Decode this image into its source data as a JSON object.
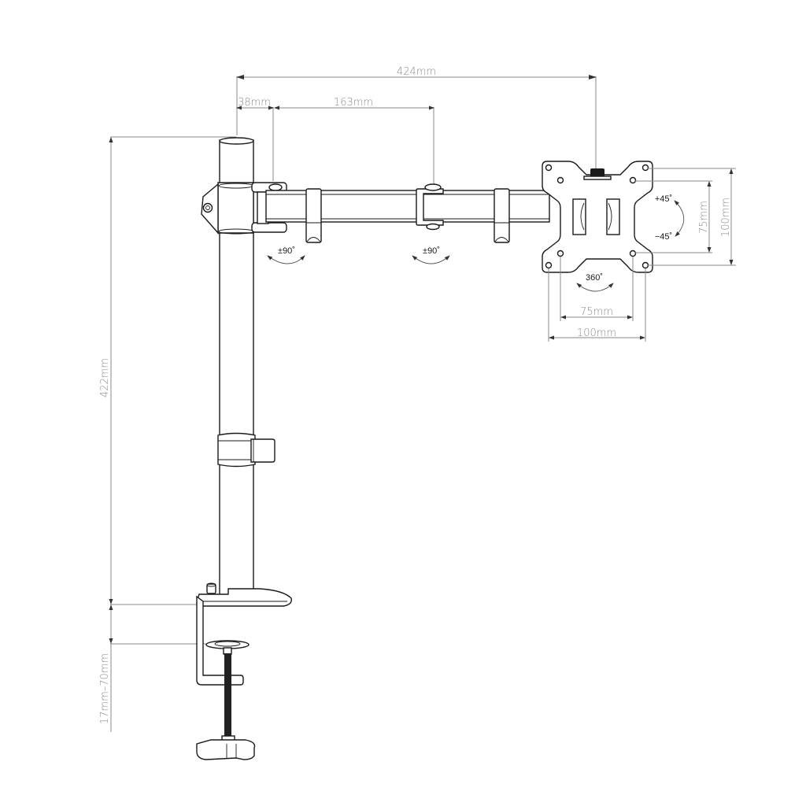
{
  "diagram": {
    "subject": "Single monitor desk mount arm with C-clamp",
    "dimensions": {
      "total_reach": "424mm",
      "pole_to_first_joint": "38mm",
      "first_arm_length": "163mm",
      "pole_height": "422mm",
      "clamp_range": "17mm–70mm",
      "vesa_inner_horizontal": "75mm",
      "vesa_outer_horizontal": "100mm",
      "vesa_inner_vertical": "75mm",
      "vesa_outer_vertical": "100mm"
    },
    "angles": {
      "joint1_swivel": "±90˚",
      "joint2_swivel": "±90˚",
      "tilt_up": "+45˚",
      "tilt_down": "−45˚",
      "rotation": "360˚"
    },
    "colors": {
      "line": "#1a1a1a",
      "dimension": "#8a8a8a",
      "background": "#ffffff"
    }
  }
}
